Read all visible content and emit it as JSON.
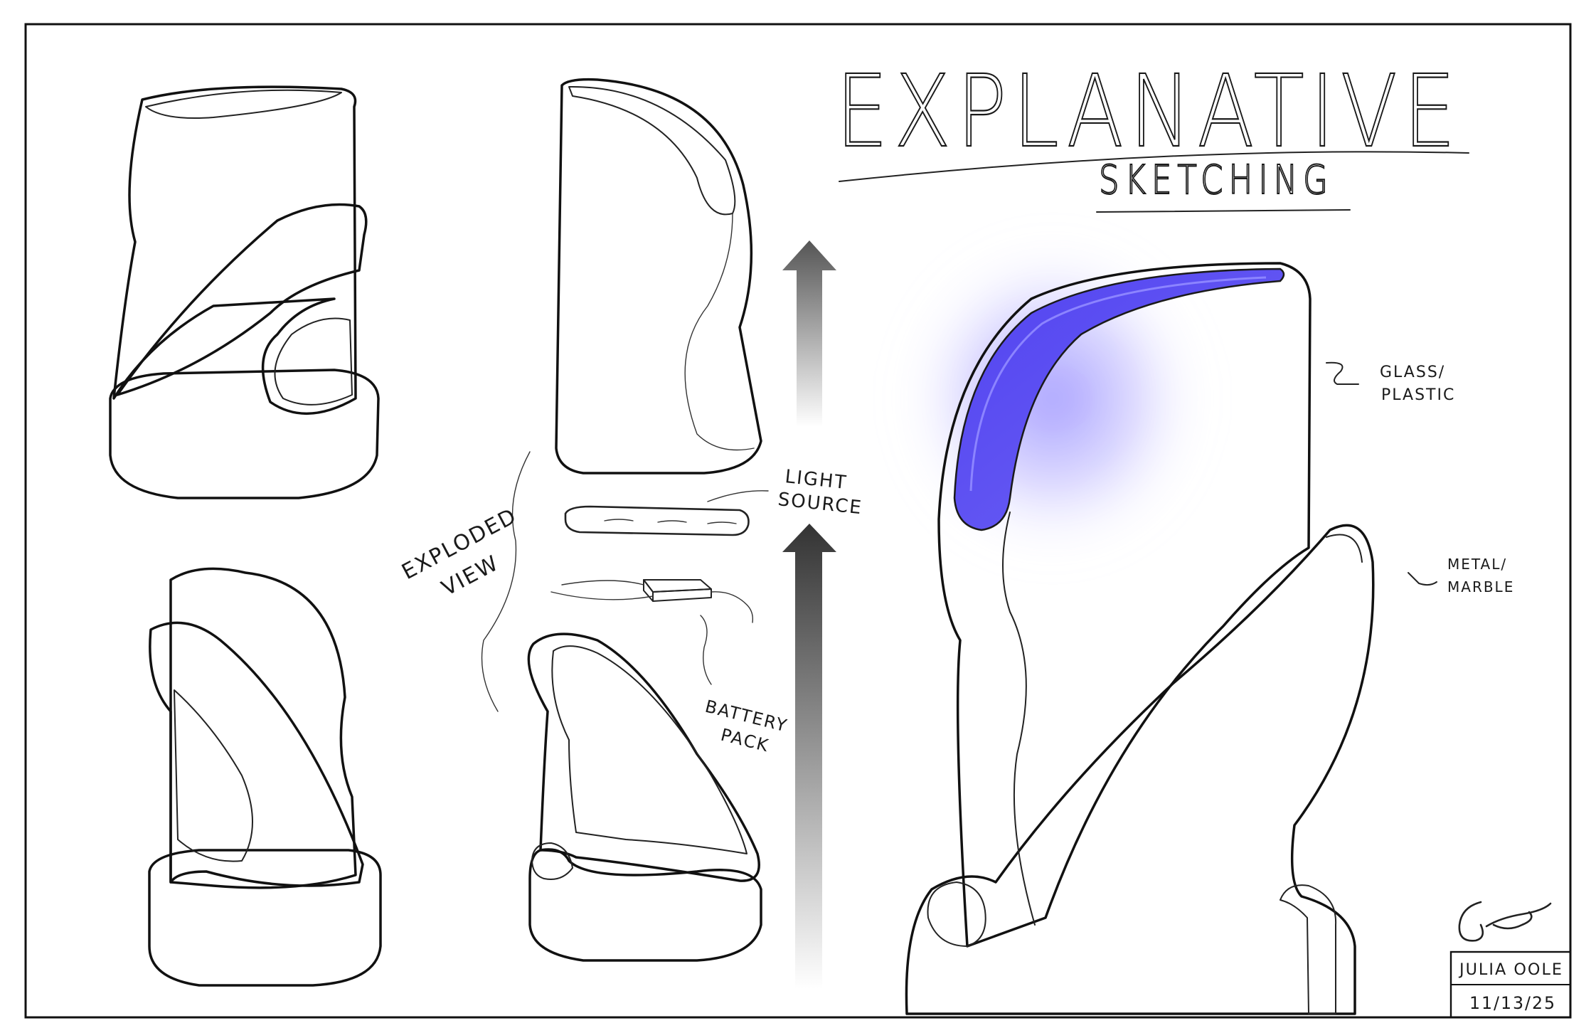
{
  "title": {
    "main": "EXPLANATIVE",
    "sub": "SKETCHING"
  },
  "annotations": {
    "exploded_view": [
      "EXPLODED",
      "VIEW"
    ],
    "light_source": [
      "LIGHT",
      "SOURCE"
    ],
    "battery_pack": [
      "BATTERY",
      "PACK"
    ],
    "glass_plastic": [
      "GLASS/",
      "PLASTIC"
    ],
    "metal_marble": [
      "METAL/",
      "MARBLE"
    ]
  },
  "title_block": {
    "name": "JULIA OOLE",
    "date": "11/13/25"
  },
  "colors": {
    "ink": "#111111",
    "glow": "#4a3cf0",
    "paper": "#ffffff"
  }
}
